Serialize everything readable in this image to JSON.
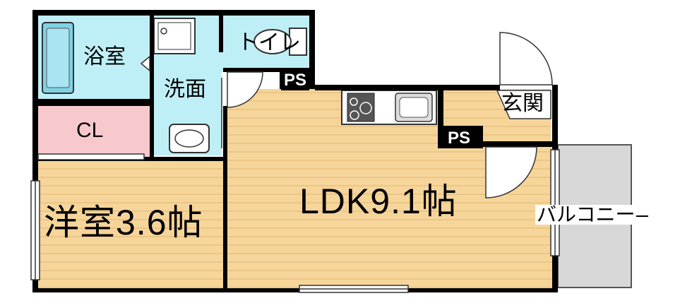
{
  "rooms": {
    "bath": "浴室",
    "washroom": "洗面",
    "toilet": "トイレ",
    "closet": "CL",
    "western_room": "洋室3.6帖",
    "ldk": "LDK9.1帖",
    "entrance": "玄関",
    "balcony": "バルコニー"
  },
  "pipe_spaces": [
    "PS",
    "PS"
  ],
  "colors": {
    "wall": "#000000",
    "wet_area": "#bfeff6",
    "closet": "#f7c9cd",
    "floor_wood": "#f6d59a",
    "floor_grain": "#e6bf7c",
    "balcony": "#d8d8d8",
    "tub": "#7fd2e6"
  }
}
